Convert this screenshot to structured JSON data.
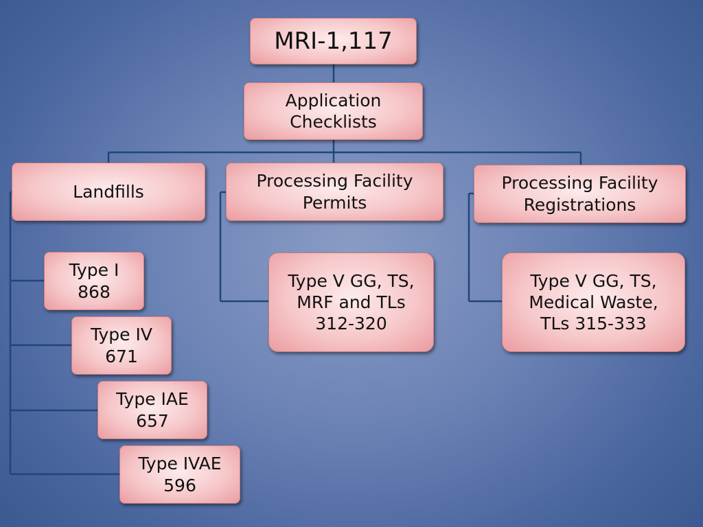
{
  "diagram": {
    "root": "MRI-1,117",
    "checklists": "Application\nChecklists",
    "categories": {
      "landfills": "Landfills",
      "permits": "Processing Facility\nPermits",
      "registrations": "Processing Facility\nRegistrations"
    },
    "landfill_types": [
      "Type I\n868",
      "Type IV\n671",
      "Type IAE\n657",
      "Type IVAE\n596"
    ],
    "permit_types": "Type V GG, TS,\nMRF and TLs\n312-320",
    "registration_types": "Type V GG, TS,\nMedical Waste,\nTLs  315-333"
  },
  "colors": {
    "background": "#5b74aa",
    "box_fill": "#f6c7c9",
    "connector": "#1f4678"
  }
}
